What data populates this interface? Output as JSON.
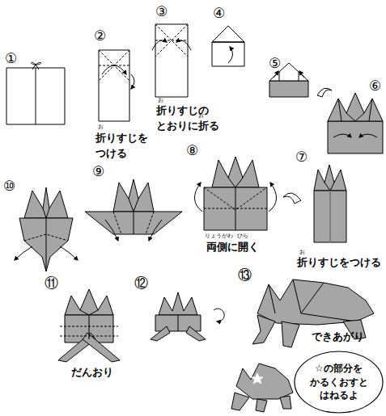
{
  "diagram": {
    "nodes": [
      {
        "text": [
          "☆の部分を かるくおすと はねるよ"
        ]
      }
    ],
    "labels": [
      "①",
      "②",
      "お",
      "折りすじを つける",
      "③",
      "お",
      "お",
      "折りすじの とおりに折る",
      "④",
      "⑤",
      "⑥",
      "⑦",
      "お",
      "折りすじをつける",
      "⑧",
      "りょうがわ",
      "ひら",
      "両側に開く",
      "⑨",
      "⑩",
      "⑪",
      "だんおり",
      "⑫",
      "⑬",
      "できあがり"
    ]
  }
}
